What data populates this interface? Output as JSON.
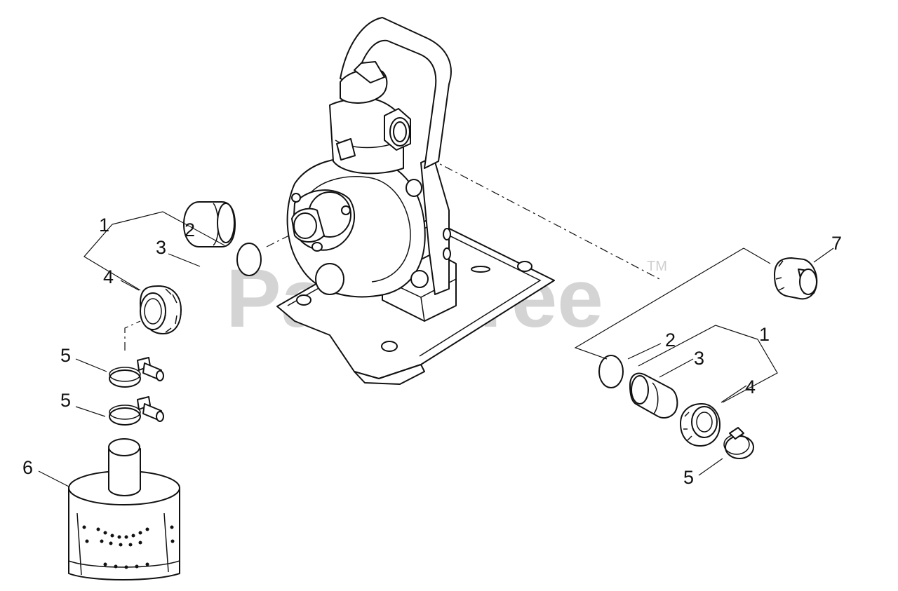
{
  "watermark": {
    "text": "PartsTree",
    "trademark": "TM",
    "color": "#d4d4d4"
  },
  "callouts": [
    {
      "id": "1"
    },
    {
      "id": "2"
    },
    {
      "id": "3"
    },
    {
      "id": "4"
    },
    {
      "id": "5"
    },
    {
      "id": "5"
    },
    {
      "id": "6"
    },
    {
      "id": "7"
    },
    {
      "id": "2"
    },
    {
      "id": "1"
    },
    {
      "id": "3"
    },
    {
      "id": "4"
    },
    {
      "id": "5"
    }
  ]
}
